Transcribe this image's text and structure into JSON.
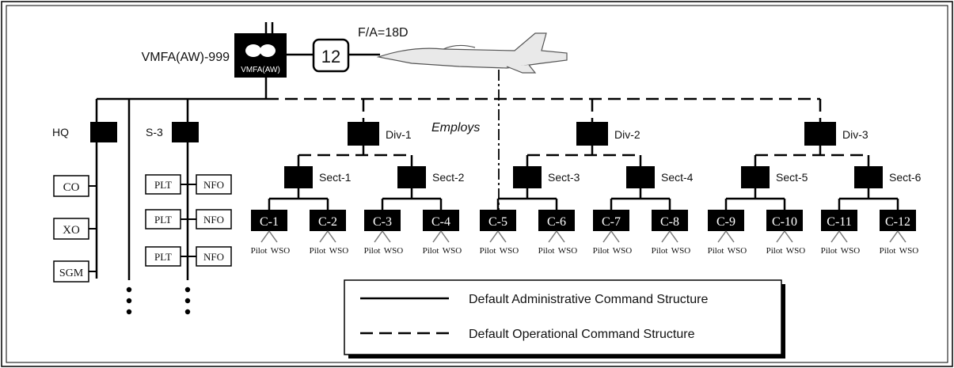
{
  "squadron": {
    "label": "VMFA(AW)-999",
    "emblem_text": "VMFA(AW)"
  },
  "aircraft": {
    "count": "12",
    "type": "F/A=18D"
  },
  "staff": {
    "hq": {
      "label": "HQ",
      "members": [
        "CO",
        "XO",
        "SGM"
      ]
    },
    "s3": {
      "label": "S-3",
      "crews": [
        {
          "pilot": "PLT",
          "nfo": "NFO"
        },
        {
          "pilot": "PLT",
          "nfo": "NFO"
        },
        {
          "pilot": "PLT",
          "nfo": "NFO"
        }
      ]
    }
  },
  "employs_label": "Employs",
  "divisions": [
    {
      "label": "Div-1",
      "sections": [
        {
          "label": "Sect-1",
          "aircraft": [
            "C-1",
            "C-2"
          ]
        },
        {
          "label": "Sect-2",
          "aircraft": [
            "C-3",
            "C-4"
          ]
        }
      ]
    },
    {
      "label": "Div-2",
      "sections": [
        {
          "label": "Sect-3",
          "aircraft": [
            "C-5",
            "C-6"
          ]
        },
        {
          "label": "Sect-4",
          "aircraft": [
            "C-7",
            "C-8"
          ]
        }
      ]
    },
    {
      "label": "Div-3",
      "sections": [
        {
          "label": "Sect-5",
          "aircraft": [
            "C-9",
            "C-10"
          ]
        },
        {
          "label": "Sect-6",
          "aircraft": [
            "C-11",
            "C-12"
          ]
        }
      ]
    }
  ],
  "crew_labels": {
    "pilot": "Pilot",
    "wso": "WSO"
  },
  "legend": {
    "administrative": "Default Administrative Command Structure",
    "operational": "Default Operational Command Structure"
  }
}
